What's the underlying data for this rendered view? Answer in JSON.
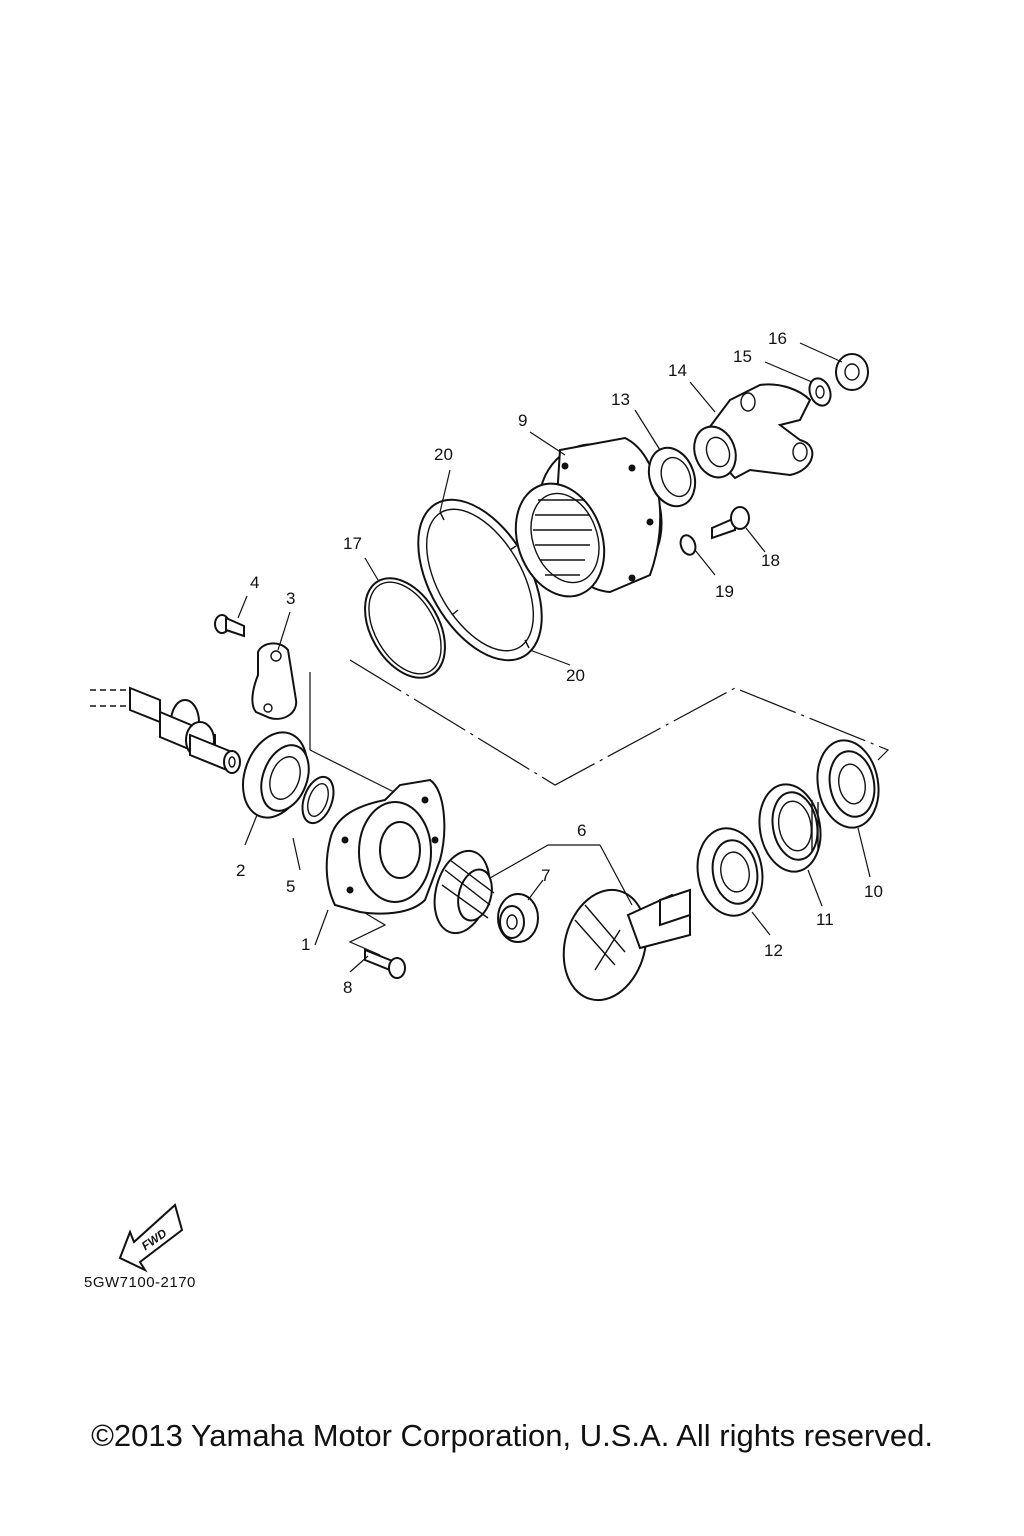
{
  "diagram": {
    "callouts": {
      "c1": "1",
      "c2": "2",
      "c3": "3",
      "c4": "4",
      "c5": "5",
      "c6": "6",
      "c7": "7",
      "c8": "8",
      "c9": "9",
      "c10": "10",
      "c11": "11",
      "c12": "12",
      "c13": "13",
      "c14": "14",
      "c15": "15",
      "c16": "16",
      "c17": "17",
      "c18": "18",
      "c19": "19",
      "c20a": "20",
      "c20b": "20"
    },
    "fwd_label": "FWD",
    "catalog_code": "5GW7100-2170"
  },
  "footer": {
    "copyright": "©2013 Yamaha Motor Corporation, U.S.A. All rights reserved."
  }
}
